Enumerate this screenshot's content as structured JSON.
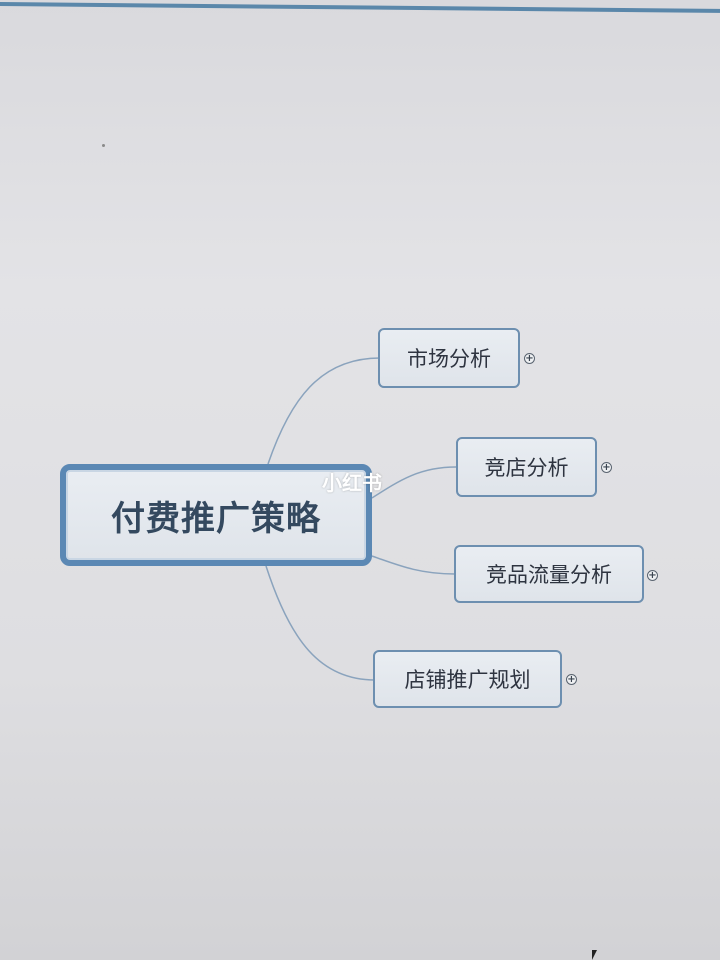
{
  "mindmap": {
    "root": {
      "label": "付费推广策略"
    },
    "branches": [
      {
        "label": "市场分析",
        "expand_icon": "plus-circle"
      },
      {
        "label": "竞店分析",
        "expand_icon": "plus-circle"
      },
      {
        "label": "竞品流量分析",
        "expand_icon": "plus-circle"
      },
      {
        "label": "店铺推广规划",
        "expand_icon": "plus-circle"
      }
    ]
  },
  "overlay": {
    "watermark": "小红书"
  },
  "colors": {
    "root_border": "#5b88b4",
    "child_border": "#6d8fb0",
    "connector": "#8aa3bd",
    "top_rule": "#5a87aa",
    "text": "#2e3440"
  }
}
